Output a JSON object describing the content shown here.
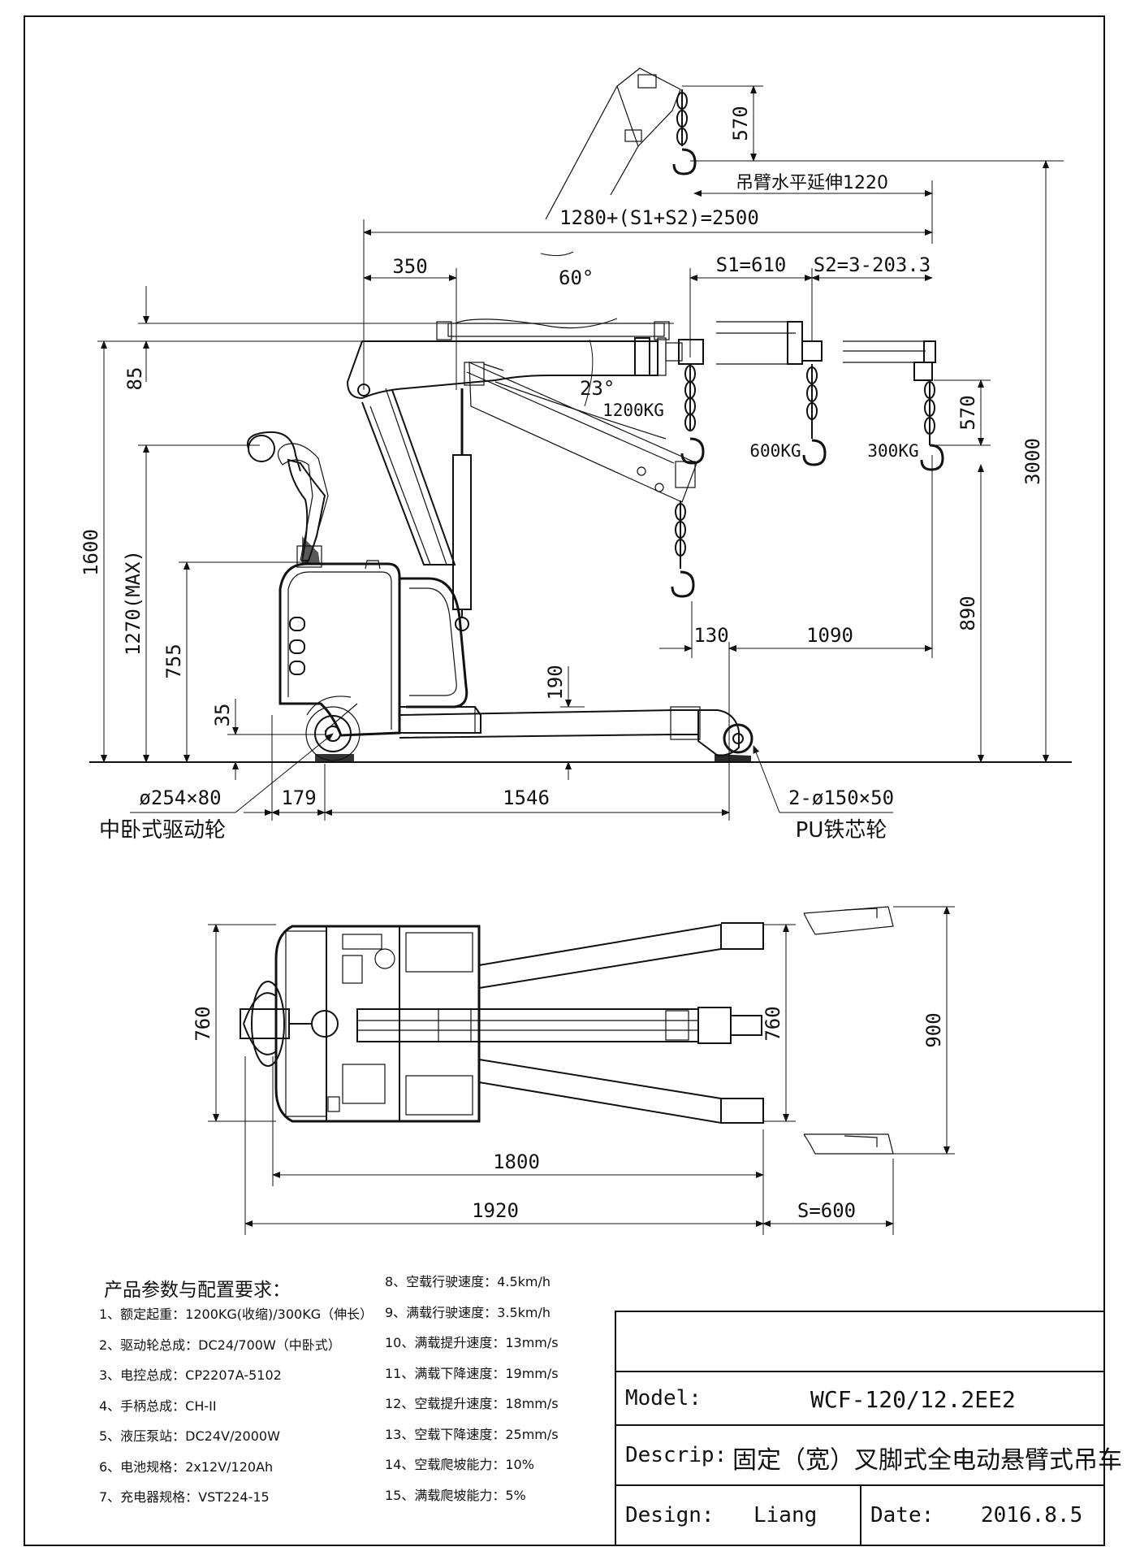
{
  "drawing": {
    "top_view_dims": {
      "boom_ext_horizontal": "吊臂水平延伸1220",
      "total_reach": "1280+(S1+S2)=2500",
      "d350": "350",
      "angle_60": "60°",
      "s1": "S1=610",
      "s2": "S2=3-203.3",
      "d570_top": "570",
      "d85": "85",
      "angle_23": "23°",
      "load_1200": "1200KG",
      "load_600": "600KG",
      "load_300": "300KG",
      "d570_right": "570",
      "d3000": "3000",
      "d1600": "1600",
      "d1270": "1270(MAX)",
      "d755": "755",
      "d890": "890",
      "d130": "130",
      "d1090": "1090",
      "d190": "190",
      "d35": "35"
    },
    "wheels": {
      "drive_dim": "ø254×80",
      "drive_name": "中卧式驱动轮",
      "d179": "179",
      "d1546": "1546",
      "caster_dim": "2-ø150×50",
      "caster_name": "PU铁芯轮"
    },
    "plan_view_dims": {
      "d760_left": "760",
      "d760_mid": "760",
      "d900": "900",
      "d1800": "1800",
      "d1920": "1920",
      "s600": "S=600"
    }
  },
  "params": {
    "title": "产品参数与配置要求：",
    "left_items": [
      "1、额定起重：1200KG(收缩)/300KG（伸长）",
      "2、驱动轮总成：DC24/700W（中卧式）",
      "3、电控总成：CP2207A-5102",
      "4、手柄总成：CH-II",
      "5、液压泵站：DC24V/2000W",
      "6、电池规格：2x12V/120Ah",
      "7、充电器规格：VST224-15"
    ],
    "right_items": [
      "8、空载行驶速度：4.5km/h",
      "9、满载行驶速度：3.5km/h",
      "10、满载提升速度：13mm/s",
      "11、满载下降速度：19mm/s",
      "12、空载提升速度：18mm/s",
      "13、空载下降速度：25mm/s",
      "14、空载爬坡能力：10%",
      "15、满载爬坡能力：5%"
    ]
  },
  "title_block": {
    "model_label": "Model:",
    "model_value": "WCF-120/12.2EE2",
    "descrip_label": "Descrip:",
    "descrip_value": "固定（宽）叉脚式全电动悬臂式吊车",
    "design_label": "Design:",
    "design_value": "Liang",
    "date_label": "Date:",
    "date_value": "2016.8.5"
  }
}
